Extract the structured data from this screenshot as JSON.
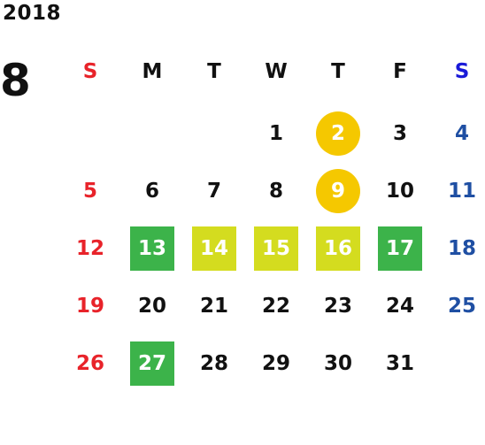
{
  "calendar": {
    "year": "2018",
    "month": "8",
    "weekdays": [
      "S",
      "M",
      "T",
      "W",
      "T",
      "F",
      "S"
    ],
    "weekday_colors": [
      "#e8232a",
      "#111111",
      "#111111",
      "#111111",
      "#111111",
      "#111111",
      "#1a1ad8"
    ],
    "sunday_color": "#e8232a",
    "saturday_color": "#1f4fa3",
    "weekday_color": "#111111",
    "first_weekday_index": 3,
    "days_in_month": 31,
    "highlights": [
      {
        "day": 2,
        "shape": "circle",
        "color": "#f5c800"
      },
      {
        "day": 9,
        "shape": "circle",
        "color": "#f5c800"
      },
      {
        "day": 13,
        "shape": "square",
        "color": "#3cb34a"
      },
      {
        "day": 14,
        "shape": "square",
        "color": "#d4dc1f"
      },
      {
        "day": 15,
        "shape": "square",
        "color": "#d4dc1f"
      },
      {
        "day": 16,
        "shape": "square",
        "color": "#d4dc1f"
      },
      {
        "day": 17,
        "shape": "square",
        "color": "#3cb34a"
      },
      {
        "day": 27,
        "shape": "square",
        "color": "#3cb34a"
      }
    ]
  }
}
